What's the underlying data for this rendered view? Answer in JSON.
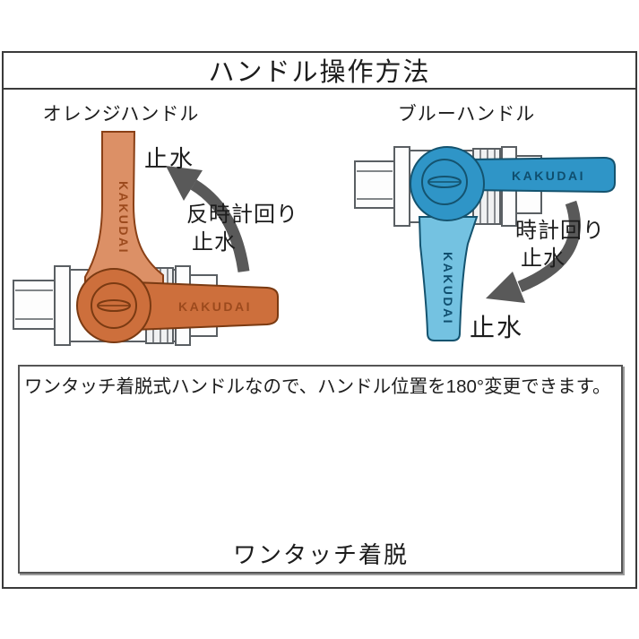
{
  "title": "ハンドル操作方法",
  "orange_panel": {
    "label": "オレンジハンドル",
    "stop_label_top": "止水",
    "rotate_text": "反時計回り",
    "rotate_stop_text": "止水",
    "brand_vertical": "KAKUDAI",
    "brand_horizontal": "KAKUDAI"
  },
  "blue_panel": {
    "label": "ブルーハンドル",
    "rotate_text": "時計回り",
    "rotate_stop_text": "止水",
    "stop_label_bottom": "止水",
    "brand_vertical": "KAKUDAI",
    "brand_horizontal": "KAKUDAI"
  },
  "bottom_panel": {
    "note": "ワンタッチ着脱式ハンドルなので、ハンドル位置を180°変更できます。",
    "caption": "ワンタッチ着脱"
  },
  "colors": {
    "orange_handle": "#cd6f3c",
    "orange_handle_light": "#dc9066",
    "orange_outline": "#7a3a12",
    "blue_handle": "#2f95c7",
    "blue_handle_light": "#74c2e1",
    "blue_outline": "#14536f",
    "arrow_gray": "#595959",
    "gray_handle": "#c9cdd0",
    "body_outline": "#5a5f63"
  }
}
